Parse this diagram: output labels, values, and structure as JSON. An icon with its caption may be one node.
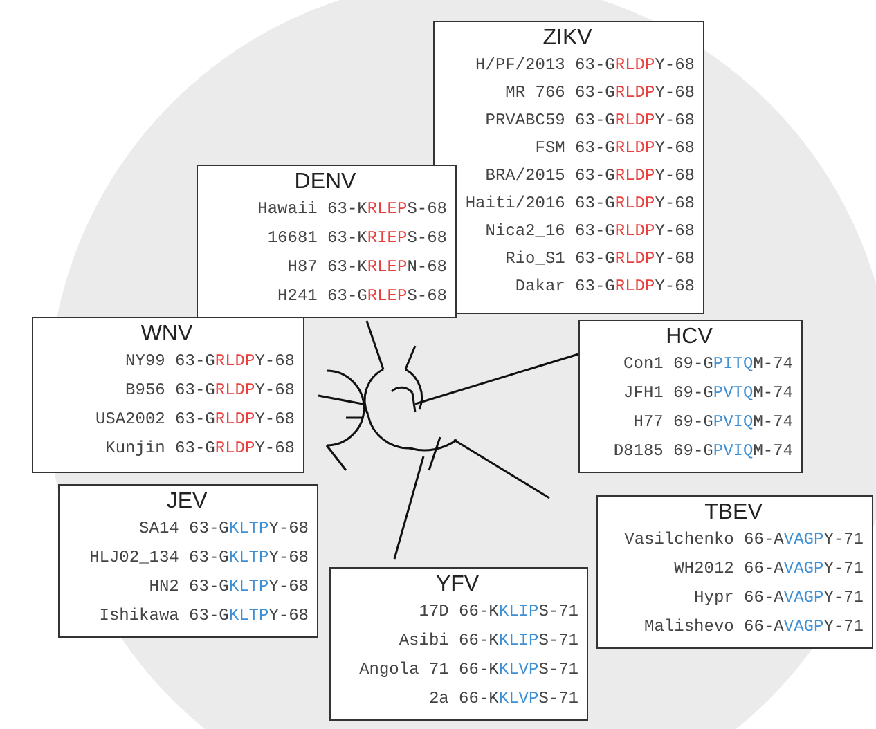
{
  "diagram": {
    "nodes": [
      {
        "text": [
          "ZIKV",
          "H/PF/2013 63-GRLDPY-68",
          "MR 766 63-GRLDPY-68",
          "PRVABC59 63-GRLDPY-68",
          "FSM 63-GRLDPY-68",
          "BRA/2015 63-GRLDPY-68",
          "Haiti/2016 63-GRLDPY-68",
          "Nica2_16 63-GRLDPY-68",
          "Rio_S1 63-GRLDPY-68",
          "Dakar 63-GRLDPY-68"
        ]
      },
      {
        "text": [
          "DENV",
          "Hawaii 63-KRLEPS-68",
          "16681 63-KRIEPS-68",
          "H87 63-KRLEPN-68",
          "H241 63-GRLEPS-68"
        ]
      },
      {
        "text": [
          "WNV",
          "NY99 63-GRLDPY-68",
          "B956 63-GRLDPY-68",
          "USA2002 63-GRLDPY-68",
          "Kunjin 63-GRLDPY-68"
        ]
      },
      {
        "text": [
          "HCV",
          "Con1 69-GPITQM-74",
          "JFH1 69-GPVTQM-74",
          "H77 69-GPVIQM-74",
          "D8185 69-GPVIQM-74"
        ]
      },
      {
        "text": [
          "JEV",
          "SA14 63-GKLTPY-68",
          "HLJ02_134 63-GKLTPY-68",
          "HN2 63-GKLTPY-68",
          "Ishikawa 63-GKLTPY-68"
        ]
      },
      {
        "text": [
          "TBEV",
          "Vasilchenko 66-AVAGPY-71",
          "WH2012 66-AVAGPY-71",
          "Hypr 66-AVAGPY-71",
          "Malishevo 66-AVAGPY-71"
        ]
      },
      {
        "text": [
          "YFV",
          "17D 66-KKLIPS-71",
          "Asibi 66-KKLIPS-71",
          "Angola 71 66-KKLVPS-71",
          "2a 66-KKLVPS-71"
        ]
      }
    ]
  }
}
